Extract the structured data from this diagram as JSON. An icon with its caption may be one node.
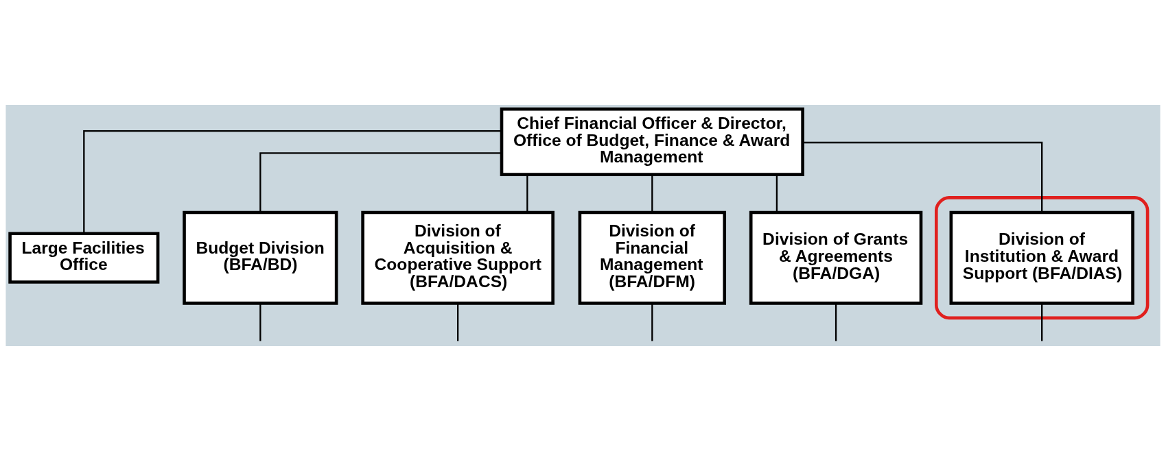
{
  "diagram": {
    "nodes": [
      {
        "text": [
          "Chief Financial Officer & Director, Office of Budget, Finance & Award Management"
        ]
      },
      {
        "text": [
          "Large Facilities Office"
        ]
      },
      {
        "text": [
          "Budget Division (BFA/BD)"
        ]
      },
      {
        "text": [
          "Division of Acquisition & Cooperative Support (BFA/DACS)"
        ]
      },
      {
        "text": [
          "Division of Financial Management (BFA/DFM)"
        ]
      },
      {
        "text": [
          "Division of Grants & Agreements (BFA/DGA)"
        ]
      },
      {
        "text": [],
        "shape": "ellipse"
      },
      {
        "text": [
          "Division of Institution & Award Support (BFA/DIAS)"
        ],
        "in": 6
      }
    ],
    "edges": [
      {
        "from": 0,
        "to": 1,
        "arrow": "none"
      },
      {
        "from": 0,
        "to": 2,
        "arrow": "none"
      },
      {
        "from": 0,
        "to": 3,
        "arrow": "none"
      },
      {
        "from": 0,
        "to": 4,
        "arrow": "none"
      },
      {
        "from": 0,
        "to": 5,
        "arrow": "none"
      },
      {
        "from": 0,
        "to": 7,
        "arrow": "none"
      },
      {
        "from": 2,
        "to": null,
        "arrow": "none"
      },
      {
        "from": 3,
        "to": null,
        "arrow": "none"
      },
      {
        "from": 4,
        "to": null,
        "arrow": "none"
      },
      {
        "from": 5,
        "to": null,
        "arrow": "none"
      },
      {
        "from": 7,
        "to": null,
        "arrow": "none"
      }
    ]
  }
}
